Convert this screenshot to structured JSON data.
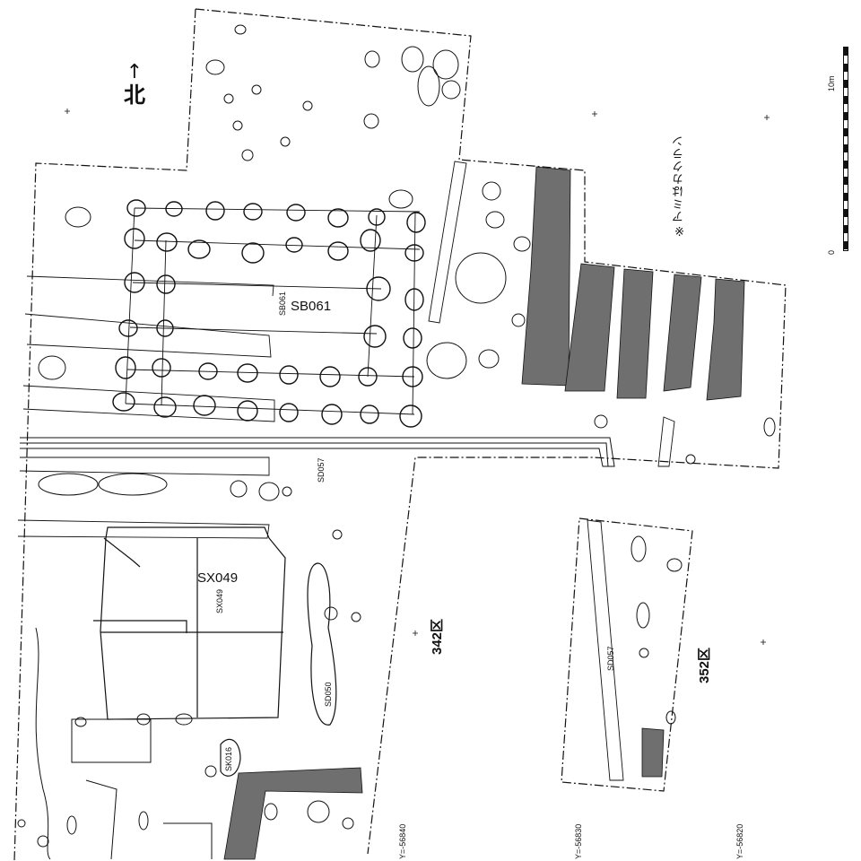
{
  "north": {
    "arrow": "↑",
    "label": "北"
  },
  "scale": {
    "zero": "0",
    "max": "10m"
  },
  "legend": {
    "note": "※アミはカクラン"
  },
  "features": {
    "sb061_main": "SB061",
    "sb061_small": "SB061",
    "sd057_upper": "SD057",
    "sd057_lower": "SD057",
    "sx049_main": "SX049",
    "sx049_small": "SX049",
    "sd050": "SD050",
    "sk016": "SK016"
  },
  "areas": {
    "a342": "342区",
    "a352": "352区"
  },
  "grid": {
    "y1": "Y=-56840",
    "y2": "Y=-56830",
    "y3": "Y=-56820"
  },
  "colors": {
    "ink": "#111111",
    "hatch": "#6f6f6f",
    "paper": "#ffffff"
  }
}
